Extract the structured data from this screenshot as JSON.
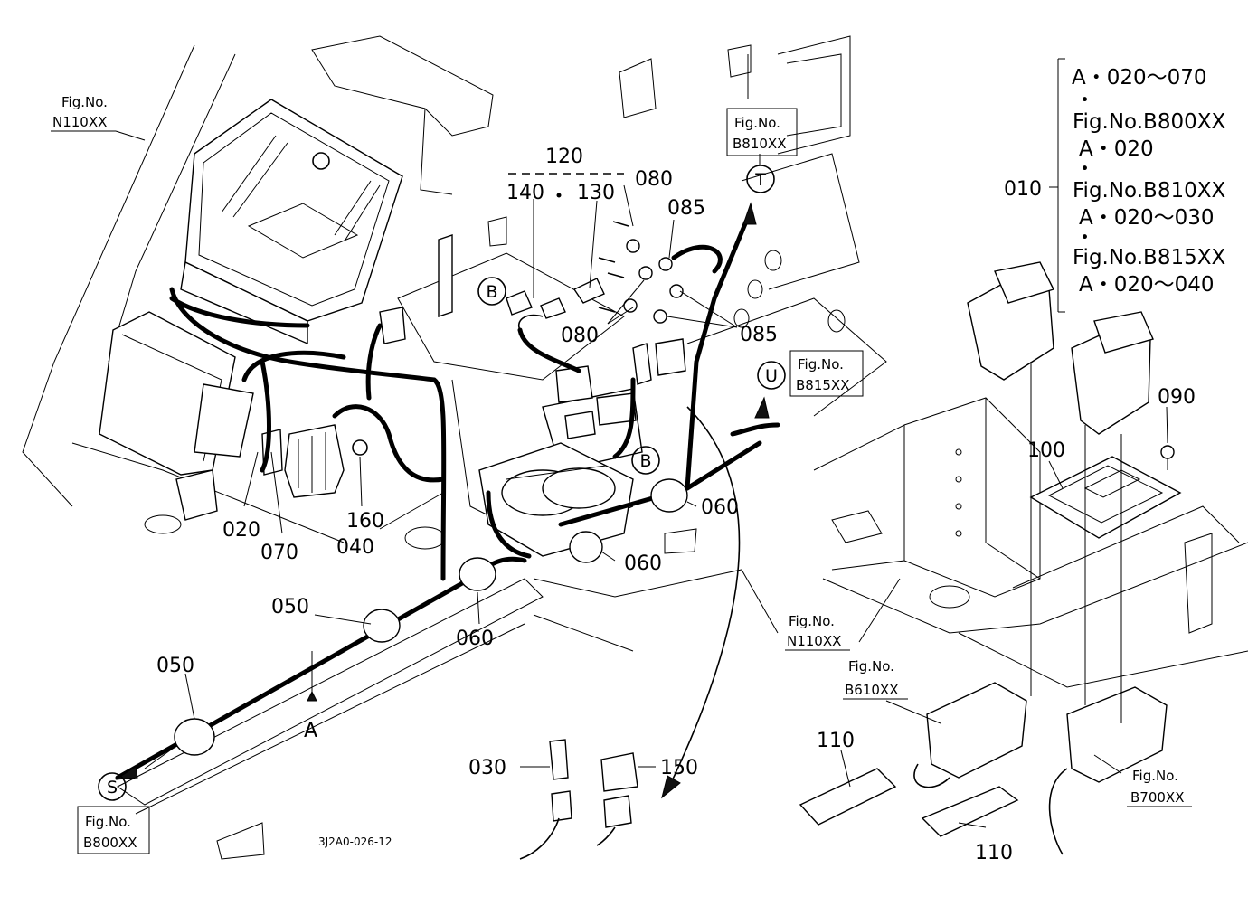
{
  "callouts": {
    "c010": "010",
    "c020": "020",
    "c030": "030",
    "c040": "040",
    "c050a": "050",
    "c050b": "050",
    "c060a": "060",
    "c060b": "060",
    "c060c": "060",
    "c070": "070",
    "c080a": "080",
    "c080b": "080",
    "c085a": "085",
    "c085b": "085",
    "c090": "090",
    "c100": "100",
    "c110a": "110",
    "c110b": "110",
    "c120": "120",
    "c130": "130",
    "c140": "140",
    "c150": "150",
    "c160": "160",
    "cA": "A"
  },
  "fig_refs": {
    "n110_top": {
      "line1": "Fig.No.",
      "line2": "N110XX"
    },
    "b810": {
      "line1": "Fig.No.",
      "line2": "B810XX"
    },
    "b815": {
      "line1": "Fig.No.",
      "line2": "B815XX"
    },
    "n110_right": {
      "line1": "Fig.No.",
      "line2": "N110XX"
    },
    "b610": {
      "line1": "Fig.No.",
      "line2": "B610XX"
    },
    "b700": {
      "line1": "Fig.No.",
      "line2": "B700XX"
    },
    "b800": {
      "line1": "Fig.No.",
      "line2": "B800XX"
    }
  },
  "circle_labels": {
    "T": "T",
    "U": "U",
    "S": "S",
    "B1": "B",
    "B2": "B"
  },
  "legend": {
    "line1": "A・020〜070",
    "dot1": "・",
    "line2": "Fig.No.B800XX",
    "line3": "A・020",
    "dot2": "・",
    "line4": "Fig.No.B810XX",
    "line5": "A・020〜030",
    "dot3": "・",
    "line6": "Fig.No.B815XX",
    "line7": "A・020〜040"
  },
  "drawing_code": "3J2A0-026-12"
}
